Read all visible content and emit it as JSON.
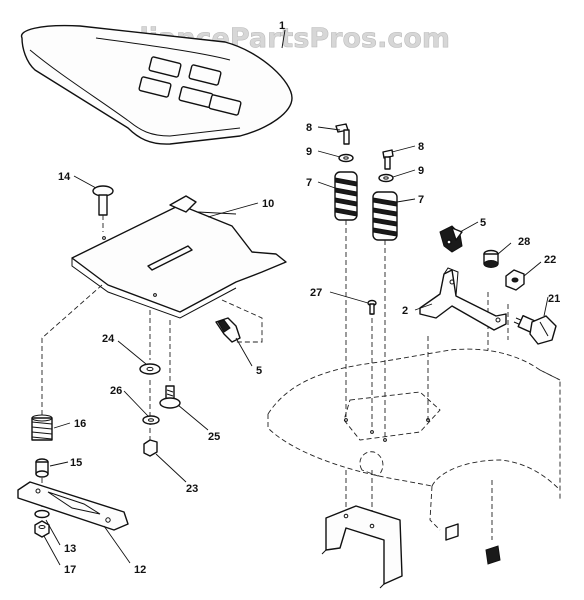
{
  "watermark": "AppliancePartsPros.com",
  "callouts": {
    "c1": "1",
    "c2": "2",
    "c5a": "5",
    "c5b": "5",
    "c7a": "7",
    "c7b": "7",
    "c8a": "8",
    "c8b": "8",
    "c9a": "9",
    "c9b": "9",
    "c10": "10",
    "c12": "12",
    "c13": "13",
    "c14": "14",
    "c15": "15",
    "c16": "16",
    "c17": "17",
    "c21": "21",
    "c22": "22",
    "c23": "23",
    "c24": "24",
    "c25": "25",
    "c26": "26",
    "c27": "27",
    "c28": "28"
  }
}
